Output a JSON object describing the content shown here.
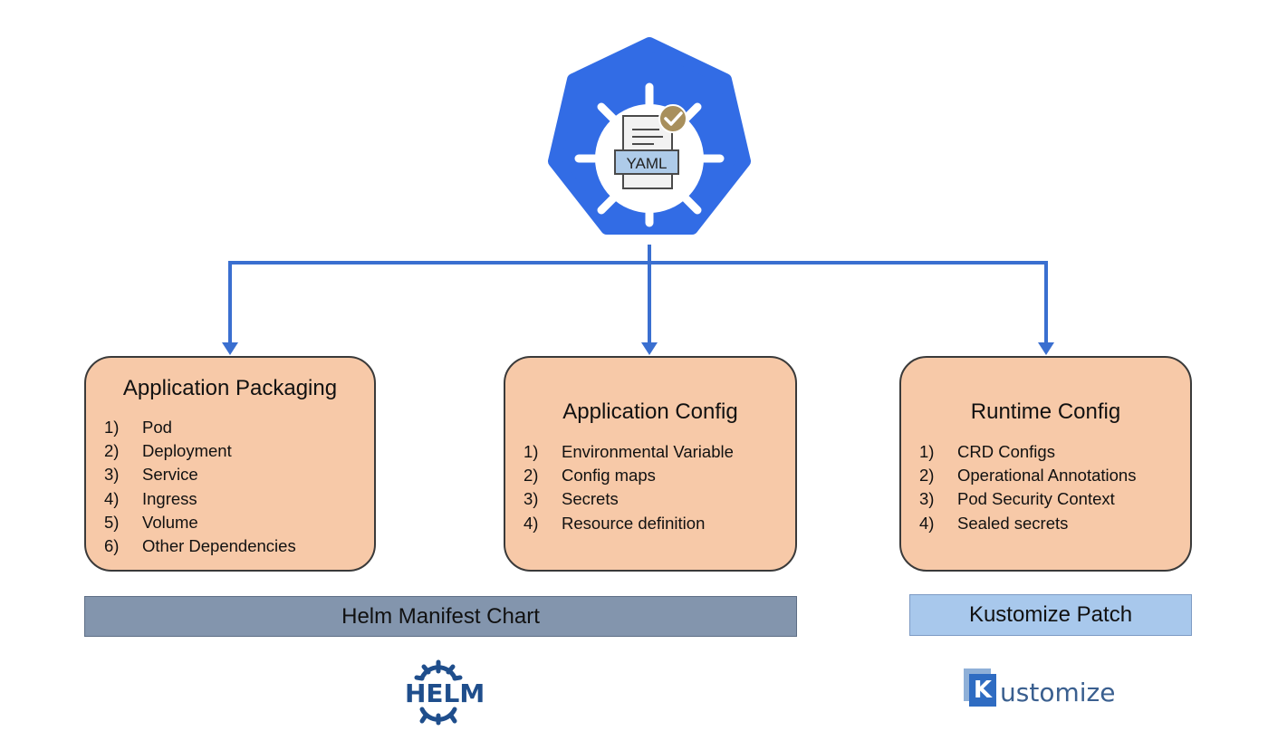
{
  "center_icon": {
    "name": "kubernetes-yaml-icon",
    "label": "YAML"
  },
  "boxes": [
    {
      "title": "Application Packaging",
      "items": [
        {
          "num": "1)",
          "text": "Pod"
        },
        {
          "num": "2)",
          "text": "Deployment"
        },
        {
          "num": "3)",
          "text": "Service"
        },
        {
          "num": "4)",
          "text": "Ingress"
        },
        {
          "num": "5)",
          "text": "Volume"
        },
        {
          "num": "6)",
          "text": "Other Dependencies"
        }
      ]
    },
    {
      "title": "Application Config",
      "items": [
        {
          "num": "1)",
          "text": "Environmental Variable"
        },
        {
          "num": "2)",
          "text": "Config maps"
        },
        {
          "num": "3)",
          "text": "Secrets"
        },
        {
          "num": "4)",
          "text": "Resource definition"
        }
      ]
    },
    {
      "title": "Runtime Config",
      "items": [
        {
          "num": "1)",
          "text": "CRD Configs"
        },
        {
          "num": "2)",
          "text": "Operational Annotations"
        },
        {
          "num": "3)",
          "text": "Pod Security Context"
        },
        {
          "num": "4)",
          "text": "Sealed secrets"
        }
      ]
    }
  ],
  "bands": {
    "helm": "Helm Manifest Chart",
    "kustomize": "Kustomize Patch"
  },
  "logos": {
    "helm": "HELM",
    "kustomize_letter": "K",
    "kustomize_rest": "ustomize"
  },
  "colors": {
    "k8s_blue": "#326ce5",
    "box_fill": "#f7c9a8",
    "helm_band": "#8395ad",
    "kustomize_band": "#a8c8ec",
    "helm_logo": "#1f4e8c",
    "arrow": "#3a6fd0"
  }
}
